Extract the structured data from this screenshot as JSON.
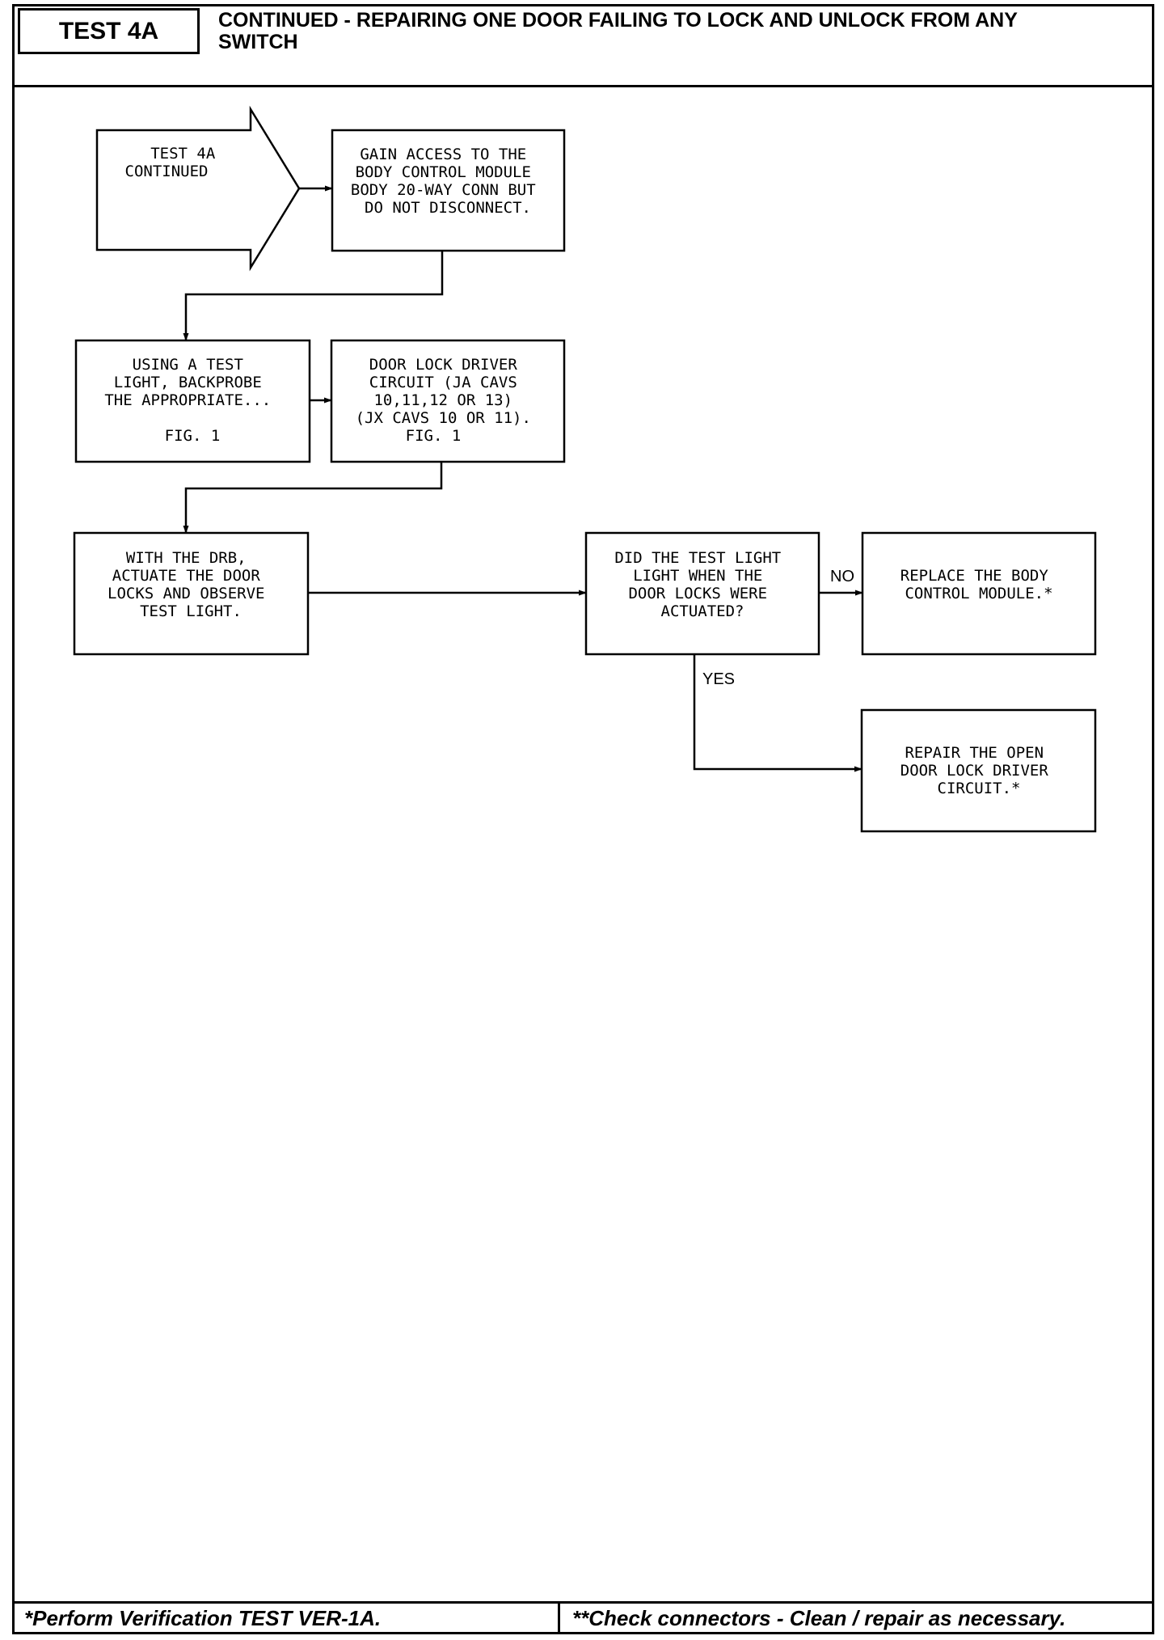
{
  "header": {
    "test_label": "TEST 4A",
    "title_line1": "CONTINUED - REPAIRING ONE DOOR FAILING TO LOCK AND UNLOCK FROM ANY",
    "title_line2": "SWITCH"
  },
  "footer": {
    "left_note": "*Perform Verification TEST VER-1A.",
    "right_note": "**Check connectors - Clean / repair as necessary."
  },
  "flowchart": {
    "start": {
      "lines": [
        "TEST 4A",
        "CONTINUED"
      ]
    },
    "gain_access": {
      "lines": [
        "GAIN ACCESS TO THE",
        "BODY CONTROL MODULE",
        "BODY 20-WAY CONN BUT",
        "DO NOT DISCONNECT."
      ]
    },
    "backprobe": {
      "lines": [
        "USING A TEST",
        "LIGHT, BACKPROBE",
        "THE APPROPRIATE...",
        "",
        "FIG. 1"
      ]
    },
    "driver_circuit": {
      "lines": [
        "DOOR LOCK DRIVER",
        "CIRCUIT (JA CAVS",
        "10,11,12 OR 13)",
        "(JX CAVS 10 OR 11).",
        "FIG. 1"
      ]
    },
    "actuate": {
      "lines": [
        "WITH THE DRB,",
        "ACTUATE THE DOOR",
        "LOCKS AND OBSERVE",
        "TEST LIGHT."
      ]
    },
    "decision": {
      "lines": [
        "DID THE TEST LIGHT",
        "LIGHT WHEN THE",
        "DOOR LOCKS WERE",
        "ACTUATED?"
      ]
    },
    "replace_module": {
      "lines": [
        "REPLACE THE BODY",
        "CONTROL MODULE.*"
      ]
    },
    "repair_circuit": {
      "lines": [
        "REPAIR THE OPEN",
        "DOOR LOCK DRIVER",
        "CIRCUIT.*"
      ]
    },
    "label_no": "NO",
    "label_yes": "YES"
  }
}
